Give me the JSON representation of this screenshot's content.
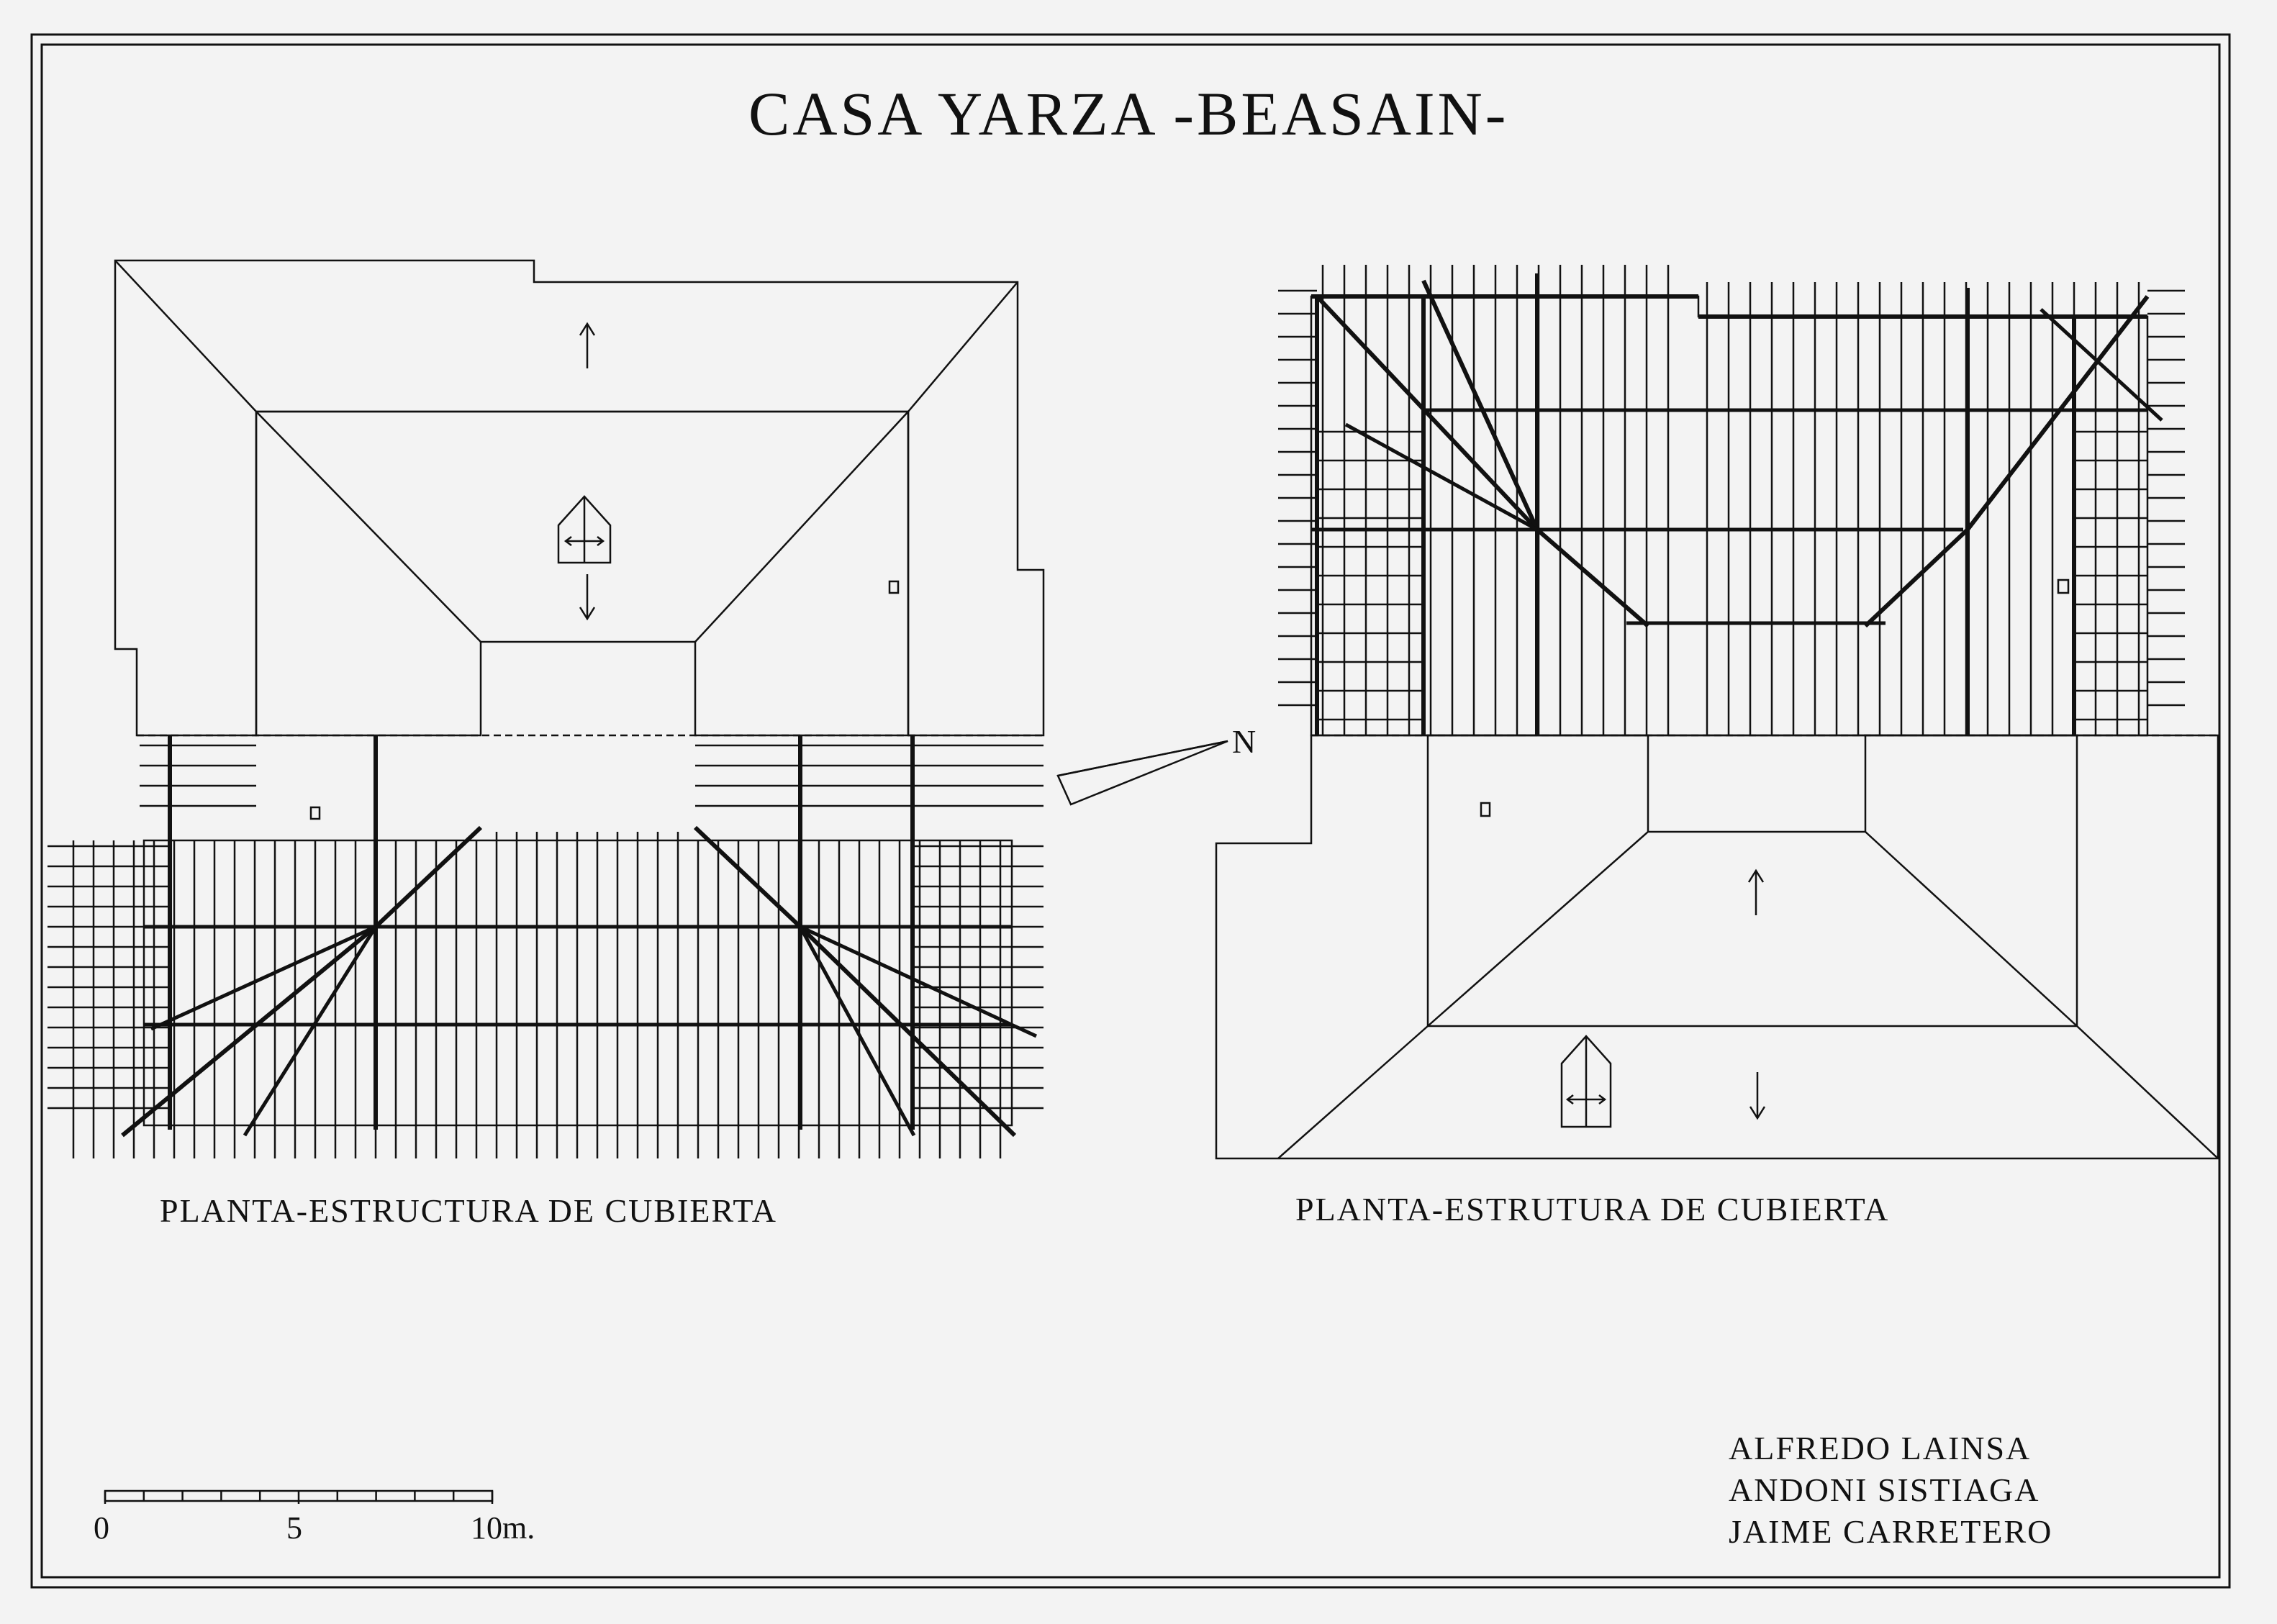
{
  "sheet": {
    "title": "CASA YARZA -BEASAIN-",
    "north_label": "N",
    "ink_color": "#111111",
    "paper_color": "#f3f3f3"
  },
  "plans": [
    {
      "id": "left",
      "caption": "PLANTA-ESTRUCTURA DE CUBIERTA"
    },
    {
      "id": "right",
      "caption": "PLANTA-ESTRUTURA DE CUBIERTA"
    }
  ],
  "scale_bar": {
    "labels": [
      "0",
      "5",
      "10m."
    ],
    "length_m": 10,
    "divisions": 10
  },
  "authors": [
    "ALFREDO LAINSA",
    "ANDONI SISTIAGA",
    "JAIME CARRETERO"
  ],
  "icons": [
    "north-arrow-icon",
    "slope-arrow-icon",
    "dormer-icon",
    "chimney-icon"
  ]
}
